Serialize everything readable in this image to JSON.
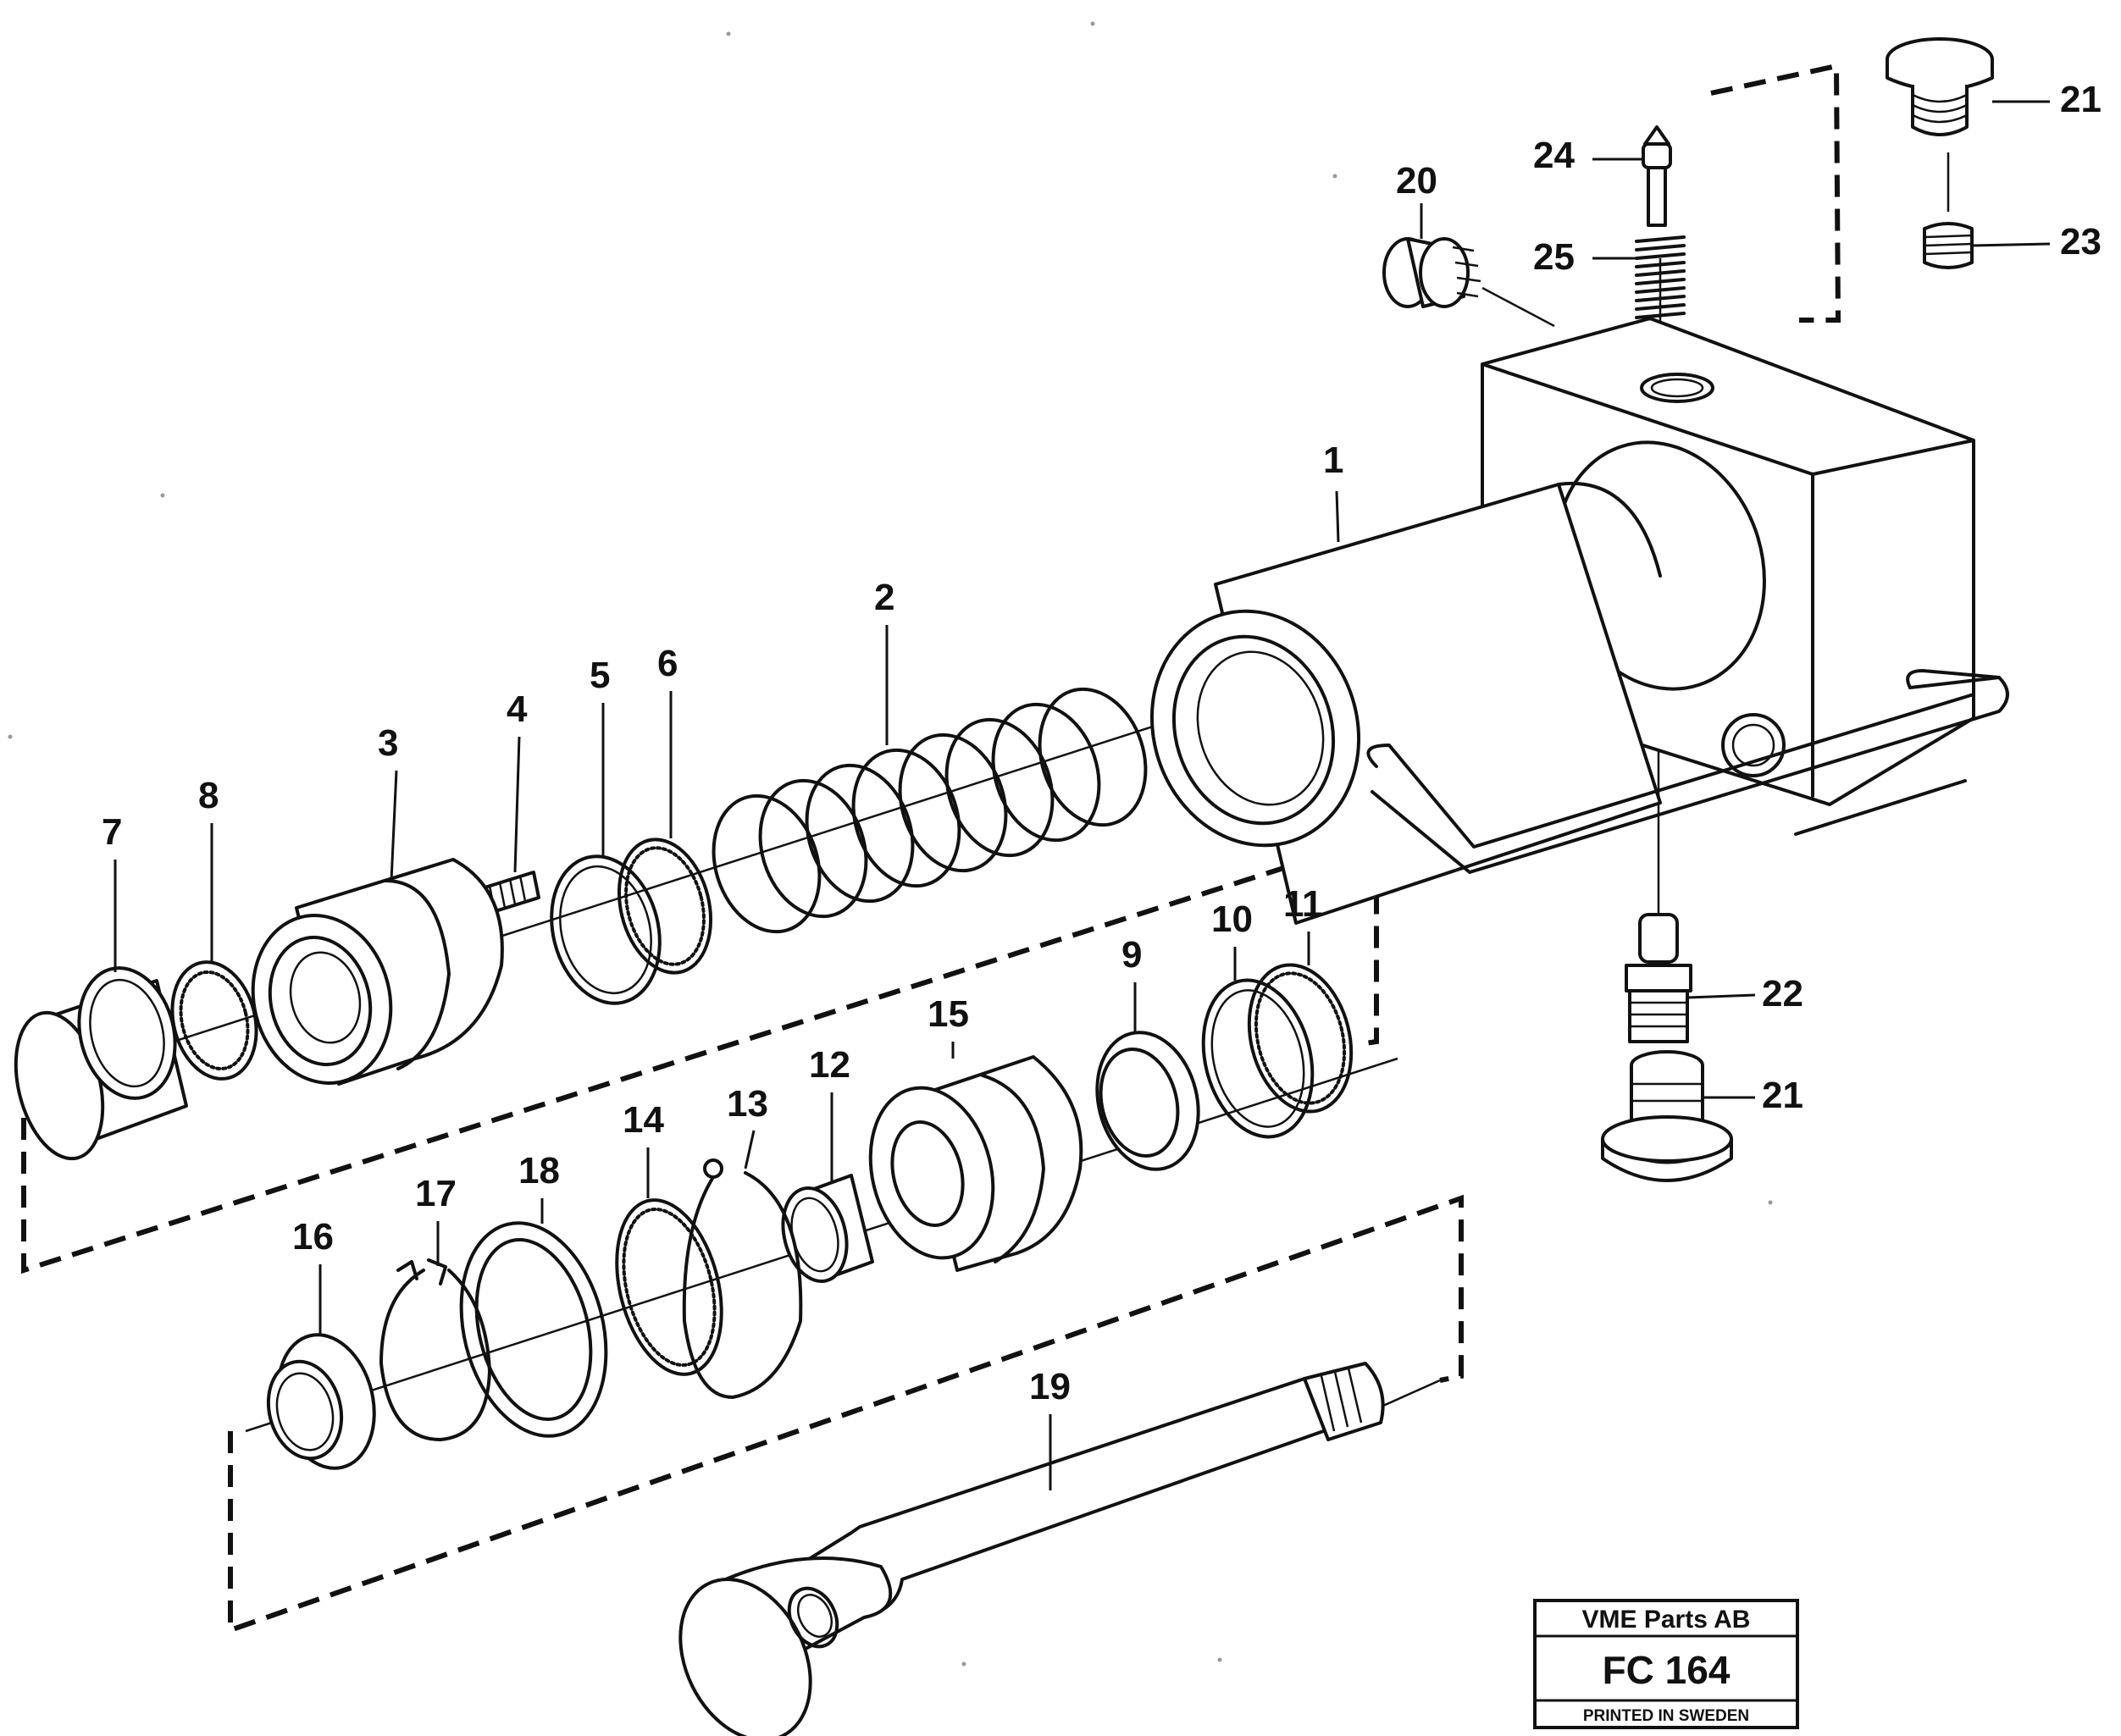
{
  "diagram": {
    "part_labels": [
      {
        "id": "p1",
        "text": "1"
      },
      {
        "id": "p2",
        "text": "2"
      },
      {
        "id": "p3",
        "text": "3"
      },
      {
        "id": "p4",
        "text": "4"
      },
      {
        "id": "p5",
        "text": "5"
      },
      {
        "id": "p6",
        "text": "6"
      },
      {
        "id": "p7",
        "text": "7"
      },
      {
        "id": "p8",
        "text": "8"
      },
      {
        "id": "p9",
        "text": "9"
      },
      {
        "id": "p10",
        "text": "10"
      },
      {
        "id": "p11",
        "text": "11"
      },
      {
        "id": "p12",
        "text": "12"
      },
      {
        "id": "p13",
        "text": "13"
      },
      {
        "id": "p14",
        "text": "14"
      },
      {
        "id": "p15",
        "text": "15"
      },
      {
        "id": "p16",
        "text": "16"
      },
      {
        "id": "p17",
        "text": "17"
      },
      {
        "id": "p18",
        "text": "18"
      },
      {
        "id": "p19",
        "text": "19"
      },
      {
        "id": "p20",
        "text": "20"
      },
      {
        "id": "p21a",
        "text": "21"
      },
      {
        "id": "p21b",
        "text": "21"
      },
      {
        "id": "p22",
        "text": "22"
      },
      {
        "id": "p23",
        "text": "23"
      },
      {
        "id": "p24",
        "text": "24"
      },
      {
        "id": "p25",
        "text": "25"
      }
    ]
  },
  "title_block": {
    "company": "VME Parts AB",
    "code": "FC 164",
    "printed": "PRINTED IN SWEDEN"
  }
}
